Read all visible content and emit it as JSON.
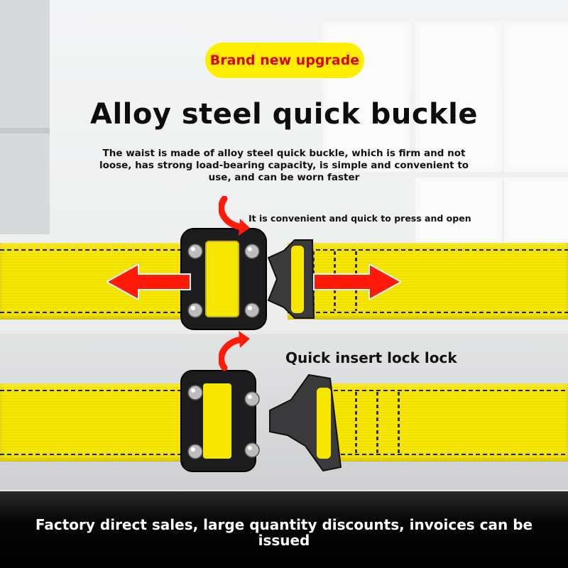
{
  "badge": {
    "label": "Brand new upgrade",
    "bg_color": "#ffee00",
    "text_color": "#e10000"
  },
  "headline": {
    "title": "Alloy steel quick buckle"
  },
  "description": {
    "text": "The waist is made of alloy steel quick buckle, which is firm and not loose, has strong load-bearing capacity, is simple and convenient to use, and can be worn faster"
  },
  "callouts": {
    "press_open": "It is convenient and quick to press and open",
    "insert_lock": "Quick insert lock lock"
  },
  "footer": {
    "text": "Factory direct sales, large quantity discounts, invoices can be issued"
  },
  "colors": {
    "strap": "#f7e600",
    "arrow": "#ff1a0a",
    "buckle": "#1c1c1e"
  },
  "icons": [
    "left-arrow-icon",
    "right-arrow-icon",
    "curved-arrow-icon"
  ]
}
